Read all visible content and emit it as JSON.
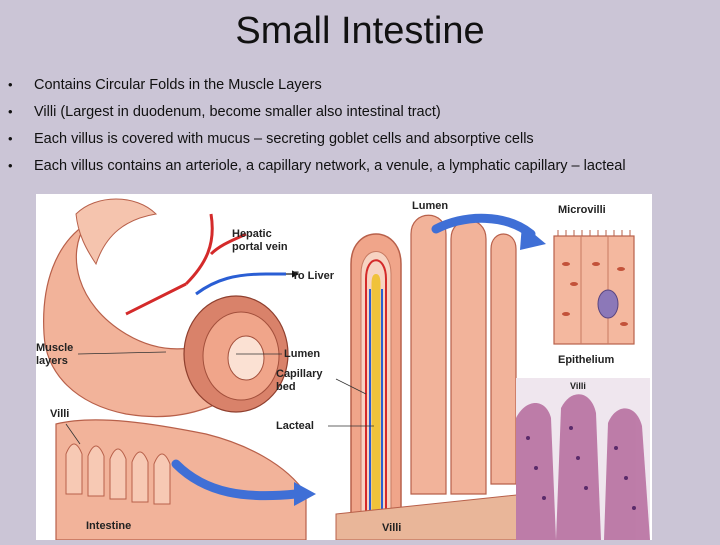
{
  "slide": {
    "title": "Small Intestine",
    "bullets": [
      "Contains Circular Folds in the Muscle Layers",
      "Villi (Largest in duodenum, become smaller also intestinal tract)",
      "Each villus is covered with mucus – secreting goblet cells and absorptive cells",
      "Each villus contains an arteriole, a capillary network, a venule, a lymphatic capillary – lacteal"
    ],
    "bullet_glyph": "•"
  },
  "figure": {
    "labels": {
      "hepatic_portal_vein": "Hepatic portal vein",
      "to_liver": "To Liver",
      "muscle_layers": "Muscle layers",
      "lumen_left": "Lumen",
      "villi_left": "Villi",
      "intestine": "Intestine",
      "lumen_top": "Lumen",
      "capillary_bed": "Capillary bed",
      "lacteal": "Lacteal",
      "villi_bottom": "Villi",
      "microvilli": "Microvilli",
      "epithelium": "Epithelium",
      "villi_histo": "Villi"
    },
    "colors": {
      "tissue": "#f0a58a",
      "muscle": "#d9826a",
      "artery": "#d42a2a",
      "vein": "#2a5ed4",
      "lacteal": "#f0c23a",
      "arrow": "#3f6fd6"
    }
  }
}
